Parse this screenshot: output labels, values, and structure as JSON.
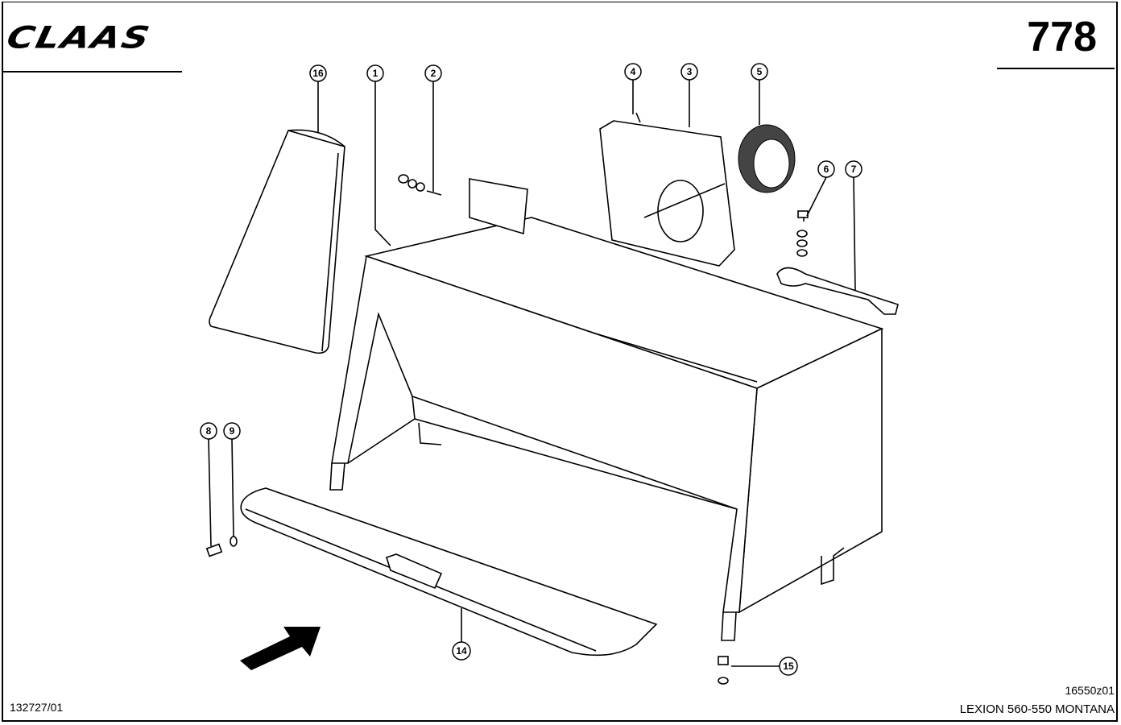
{
  "header": {
    "brand": "CLAAS",
    "page_number": "778"
  },
  "footer": {
    "document_number": "132727/01",
    "drawing_number": "16550z01",
    "model": "LEXION 560-550 MONTANA"
  },
  "callouts": [
    "16",
    "1",
    "2",
    "4",
    "3",
    "5",
    "6",
    "7",
    "8",
    "9",
    "14",
    "15"
  ]
}
